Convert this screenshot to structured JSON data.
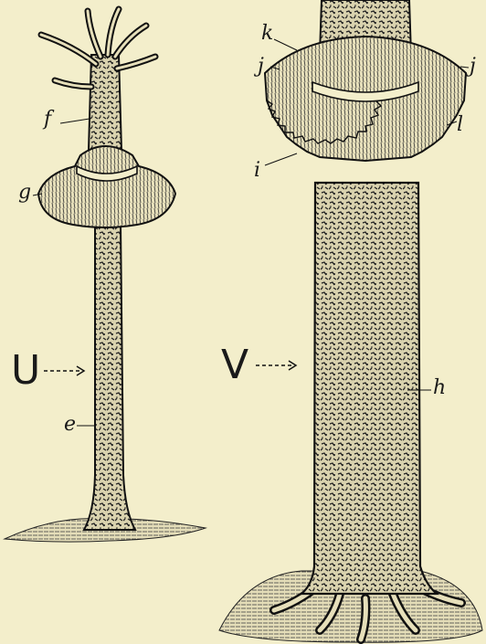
{
  "figures": [
    {
      "label": "U"
    },
    {
      "label": "V"
    }
  ],
  "part_labels": {
    "e": "e",
    "f": "f",
    "g": "g",
    "h": "h",
    "i": "i",
    "j_left": "j",
    "j_right": "j",
    "k": "k",
    "l": "l"
  },
  "colors": {
    "paper": "#f3eecb",
    "ink": "#1a1a1a"
  }
}
